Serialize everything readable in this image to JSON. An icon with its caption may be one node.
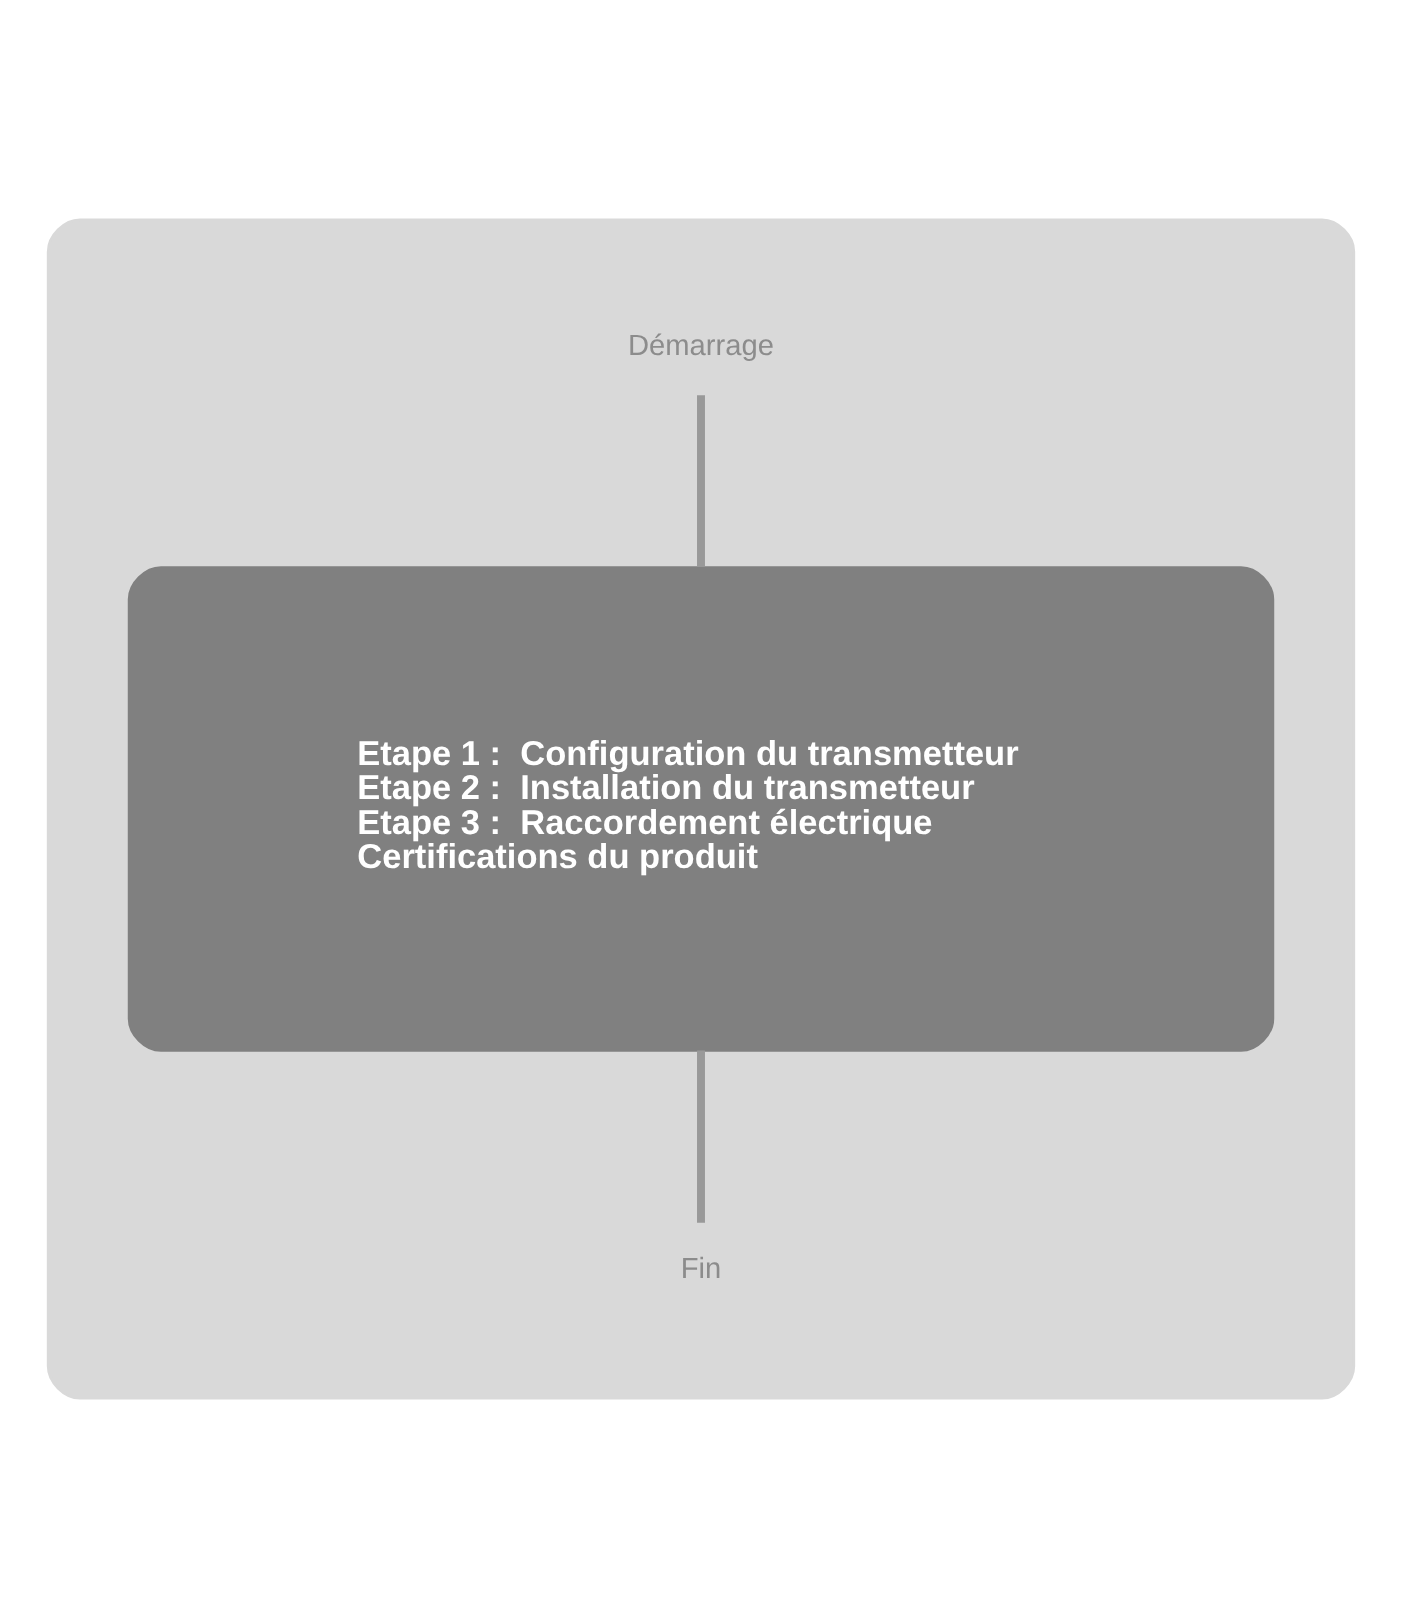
{
  "diagram": {
    "nodes": [
      {
        "text": [],
        "shape": "box"
      },
      {
        "text": [
          "Démarrage"
        ],
        "in": 0
      },
      {
        "text": [
          "Etape 1 :  Configuration du transmetteur",
          "Etape 2 :  Installation du transmetteur",
          "Etape 3 :  Raccordement électrique",
          "Certifications du produit"
        ],
        "in": 0
      },
      {
        "text": [
          "Fin"
        ],
        "in": 0
      }
    ],
    "edges": [
      {
        "from": 1,
        "to": 2,
        "arrow": "none"
      },
      {
        "from": 2,
        "to": 3,
        "arrow": "none"
      }
    ]
  }
}
